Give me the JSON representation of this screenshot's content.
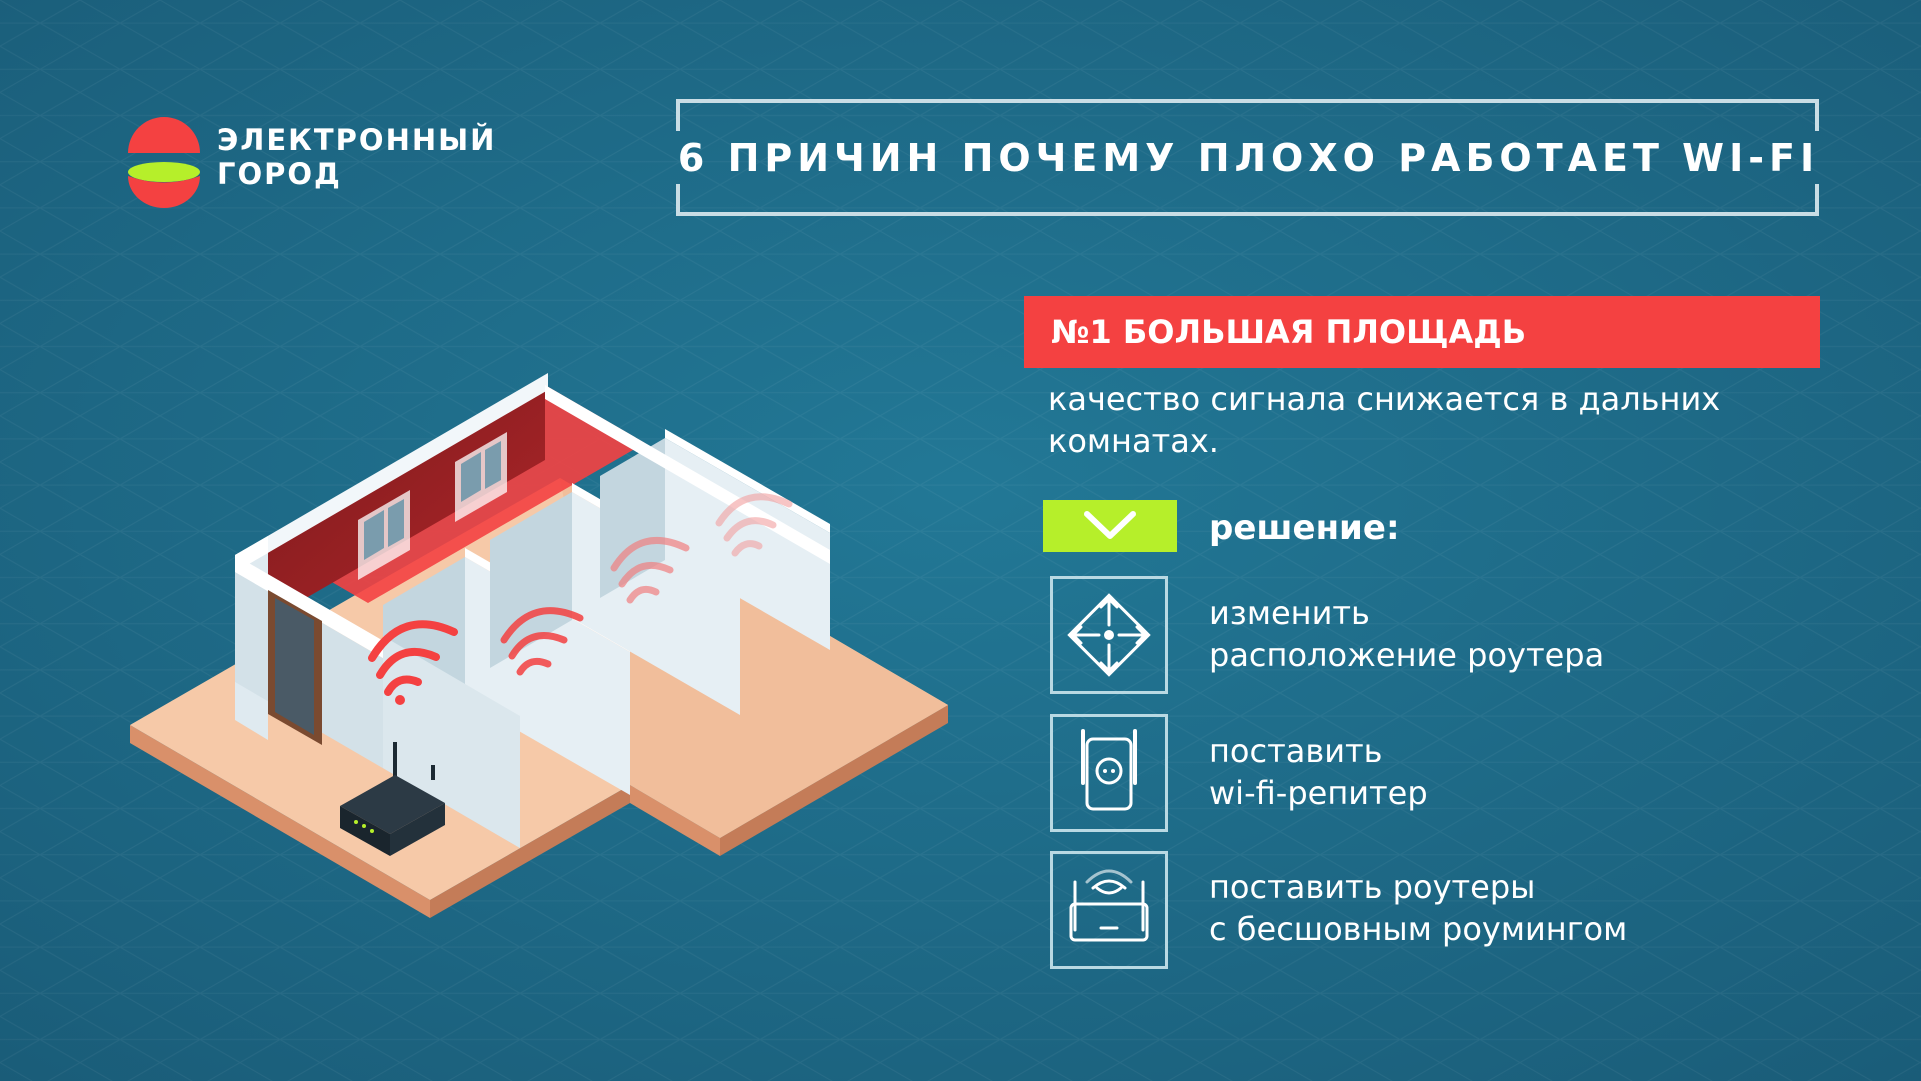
{
  "colors": {
    "background": "#1f6b86",
    "accent_red": "#f44141",
    "accent_green": "#b6ef2a",
    "text": "#ffffff"
  },
  "logo": {
    "line1": "ЭЛЕКТРОННЫЙ",
    "line2": "ГОРОД"
  },
  "title": "6 ПРИЧИН ПОЧЕМУ ПЛОХО РАБОТАЕТ WI-FI",
  "illustration": {
    "icons": [
      "house-floorplan",
      "router",
      "wifi-signal"
    ]
  },
  "reason": {
    "heading": "№1 БОЛЬШАЯ ПЛОЩАДЬ",
    "description": "качество сигнала снижается в дальних комнатах."
  },
  "solution": {
    "label": "решение:",
    "badge_icon": "checkmark-icon",
    "items": [
      {
        "icon": "move-arrows-icon",
        "line1": "изменить",
        "line2": "расположение роутера"
      },
      {
        "icon": "repeater-icon",
        "line1": "поставить",
        "line2": "wi-fi-репитер"
      },
      {
        "icon": "mesh-router-icon",
        "line1": "поставить роутеры",
        "line2": "с бесшовным роумингом"
      }
    ]
  }
}
